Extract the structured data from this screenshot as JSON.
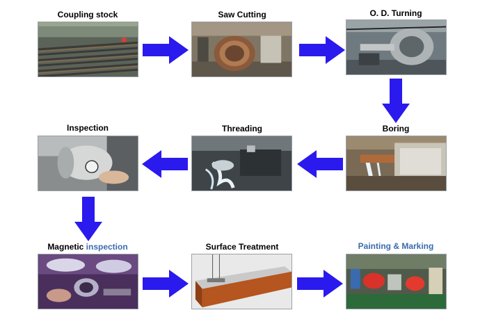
{
  "steps": [
    {
      "id": "coupling-stock",
      "label": "Coupling stock",
      "label_color": "#000000"
    },
    {
      "id": "saw-cutting",
      "label": "Saw Cutting",
      "label_color": "#000000"
    },
    {
      "id": "od-turning",
      "label": "O. D. Turning",
      "label_color": "#000000"
    },
    {
      "id": "boring",
      "label": "Boring",
      "label_color": "#000000"
    },
    {
      "id": "threading",
      "label": "Threading",
      "label_color": "#000000"
    },
    {
      "id": "inspection",
      "label": "Inspection",
      "label_color": "#000000"
    },
    {
      "id": "magnetic-inspection",
      "label_part1": "Magnetic ",
      "label_part2": "inspection",
      "label_color": "#000000",
      "label_part2_color": "#3a6bb0"
    },
    {
      "id": "surface-treatment",
      "label": "Surface Treatment",
      "label_color": "#000000"
    },
    {
      "id": "painting-marking",
      "label": "Painting & Marking",
      "label_color": "#3a6bb0"
    }
  ],
  "colors": {
    "arrow": "#2a1aee",
    "accent_blue_text": "#3a6bb0"
  }
}
